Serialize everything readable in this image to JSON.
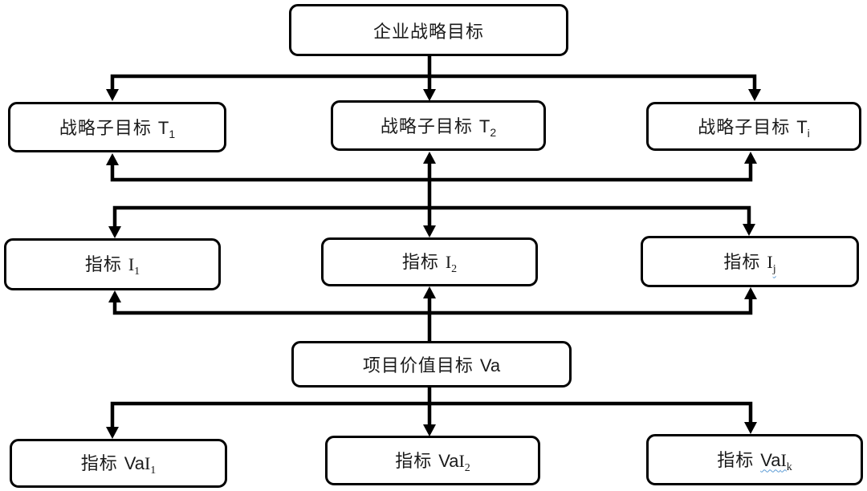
{
  "diagram": {
    "background_color": "#ffffff",
    "line_color": "#000000",
    "squiggle_color": "#5b9bd5",
    "nodes": {
      "strategic_goal": {
        "zh": "企业战略目标"
      },
      "subgoal_t1": {
        "zh": "战略子目标 ",
        "latin_sans": "T",
        "sub": "1"
      },
      "subgoal_t2": {
        "zh": "战略子目标 ",
        "latin_sans": "T",
        "sub": "2"
      },
      "subgoal_ti": {
        "zh": "战略子目标 ",
        "latin_sans": "T",
        "sub": "i"
      },
      "indicator_i1": {
        "zh": "指标 ",
        "latin_serif": "I",
        "sub": "1"
      },
      "indicator_i2": {
        "zh": "指标 ",
        "latin_serif": "I",
        "sub": "2"
      },
      "indicator_ij": {
        "zh": "指标 ",
        "latin_serif": "I",
        "sub": "j"
      },
      "value_goal": {
        "zh": "项目价值目标 ",
        "latin_sans": "Va"
      },
      "indicator_vai1": {
        "zh": "指标 ",
        "latin_sans": "Va",
        "latin_serif": "I",
        "sub": "1"
      },
      "indicator_vai2": {
        "zh": "指标 ",
        "latin_sans": "Va",
        "latin_serif": "I",
        "sub": "2"
      },
      "indicator_vaik": {
        "zh": "指标 ",
        "latin_sans": "Va",
        "latin_serif": "I",
        "sub": "k"
      }
    }
  }
}
